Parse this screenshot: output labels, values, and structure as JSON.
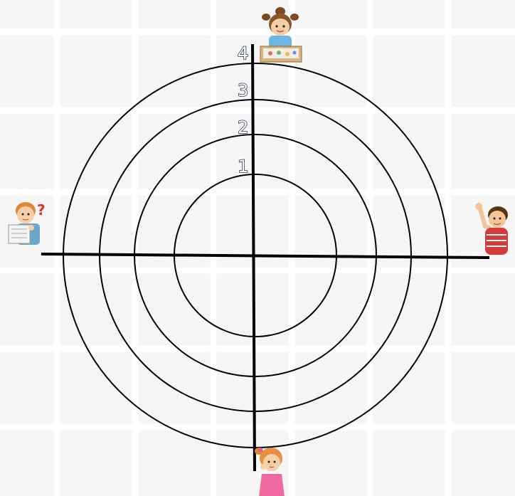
{
  "diagram": {
    "ring_labels": [
      "1",
      "2",
      "3",
      "4"
    ],
    "question_mark": "?",
    "colors": {
      "background": "#f6f6f6",
      "grid": "#ffffff",
      "lines": "#000000",
      "label_outline": "#2f3a5a"
    },
    "characters": [
      {
        "name": "girl-drawing-top",
        "description_icon": "girl-drawing-icon"
      },
      {
        "name": "boy-thinking-left",
        "description_icon": "boy-thinking-icon"
      },
      {
        "name": "boy-waving-right",
        "description_icon": "boy-waving-icon"
      },
      {
        "name": "girl-thinking-bottom",
        "description_icon": "girl-thinking-icon"
      }
    ]
  }
}
